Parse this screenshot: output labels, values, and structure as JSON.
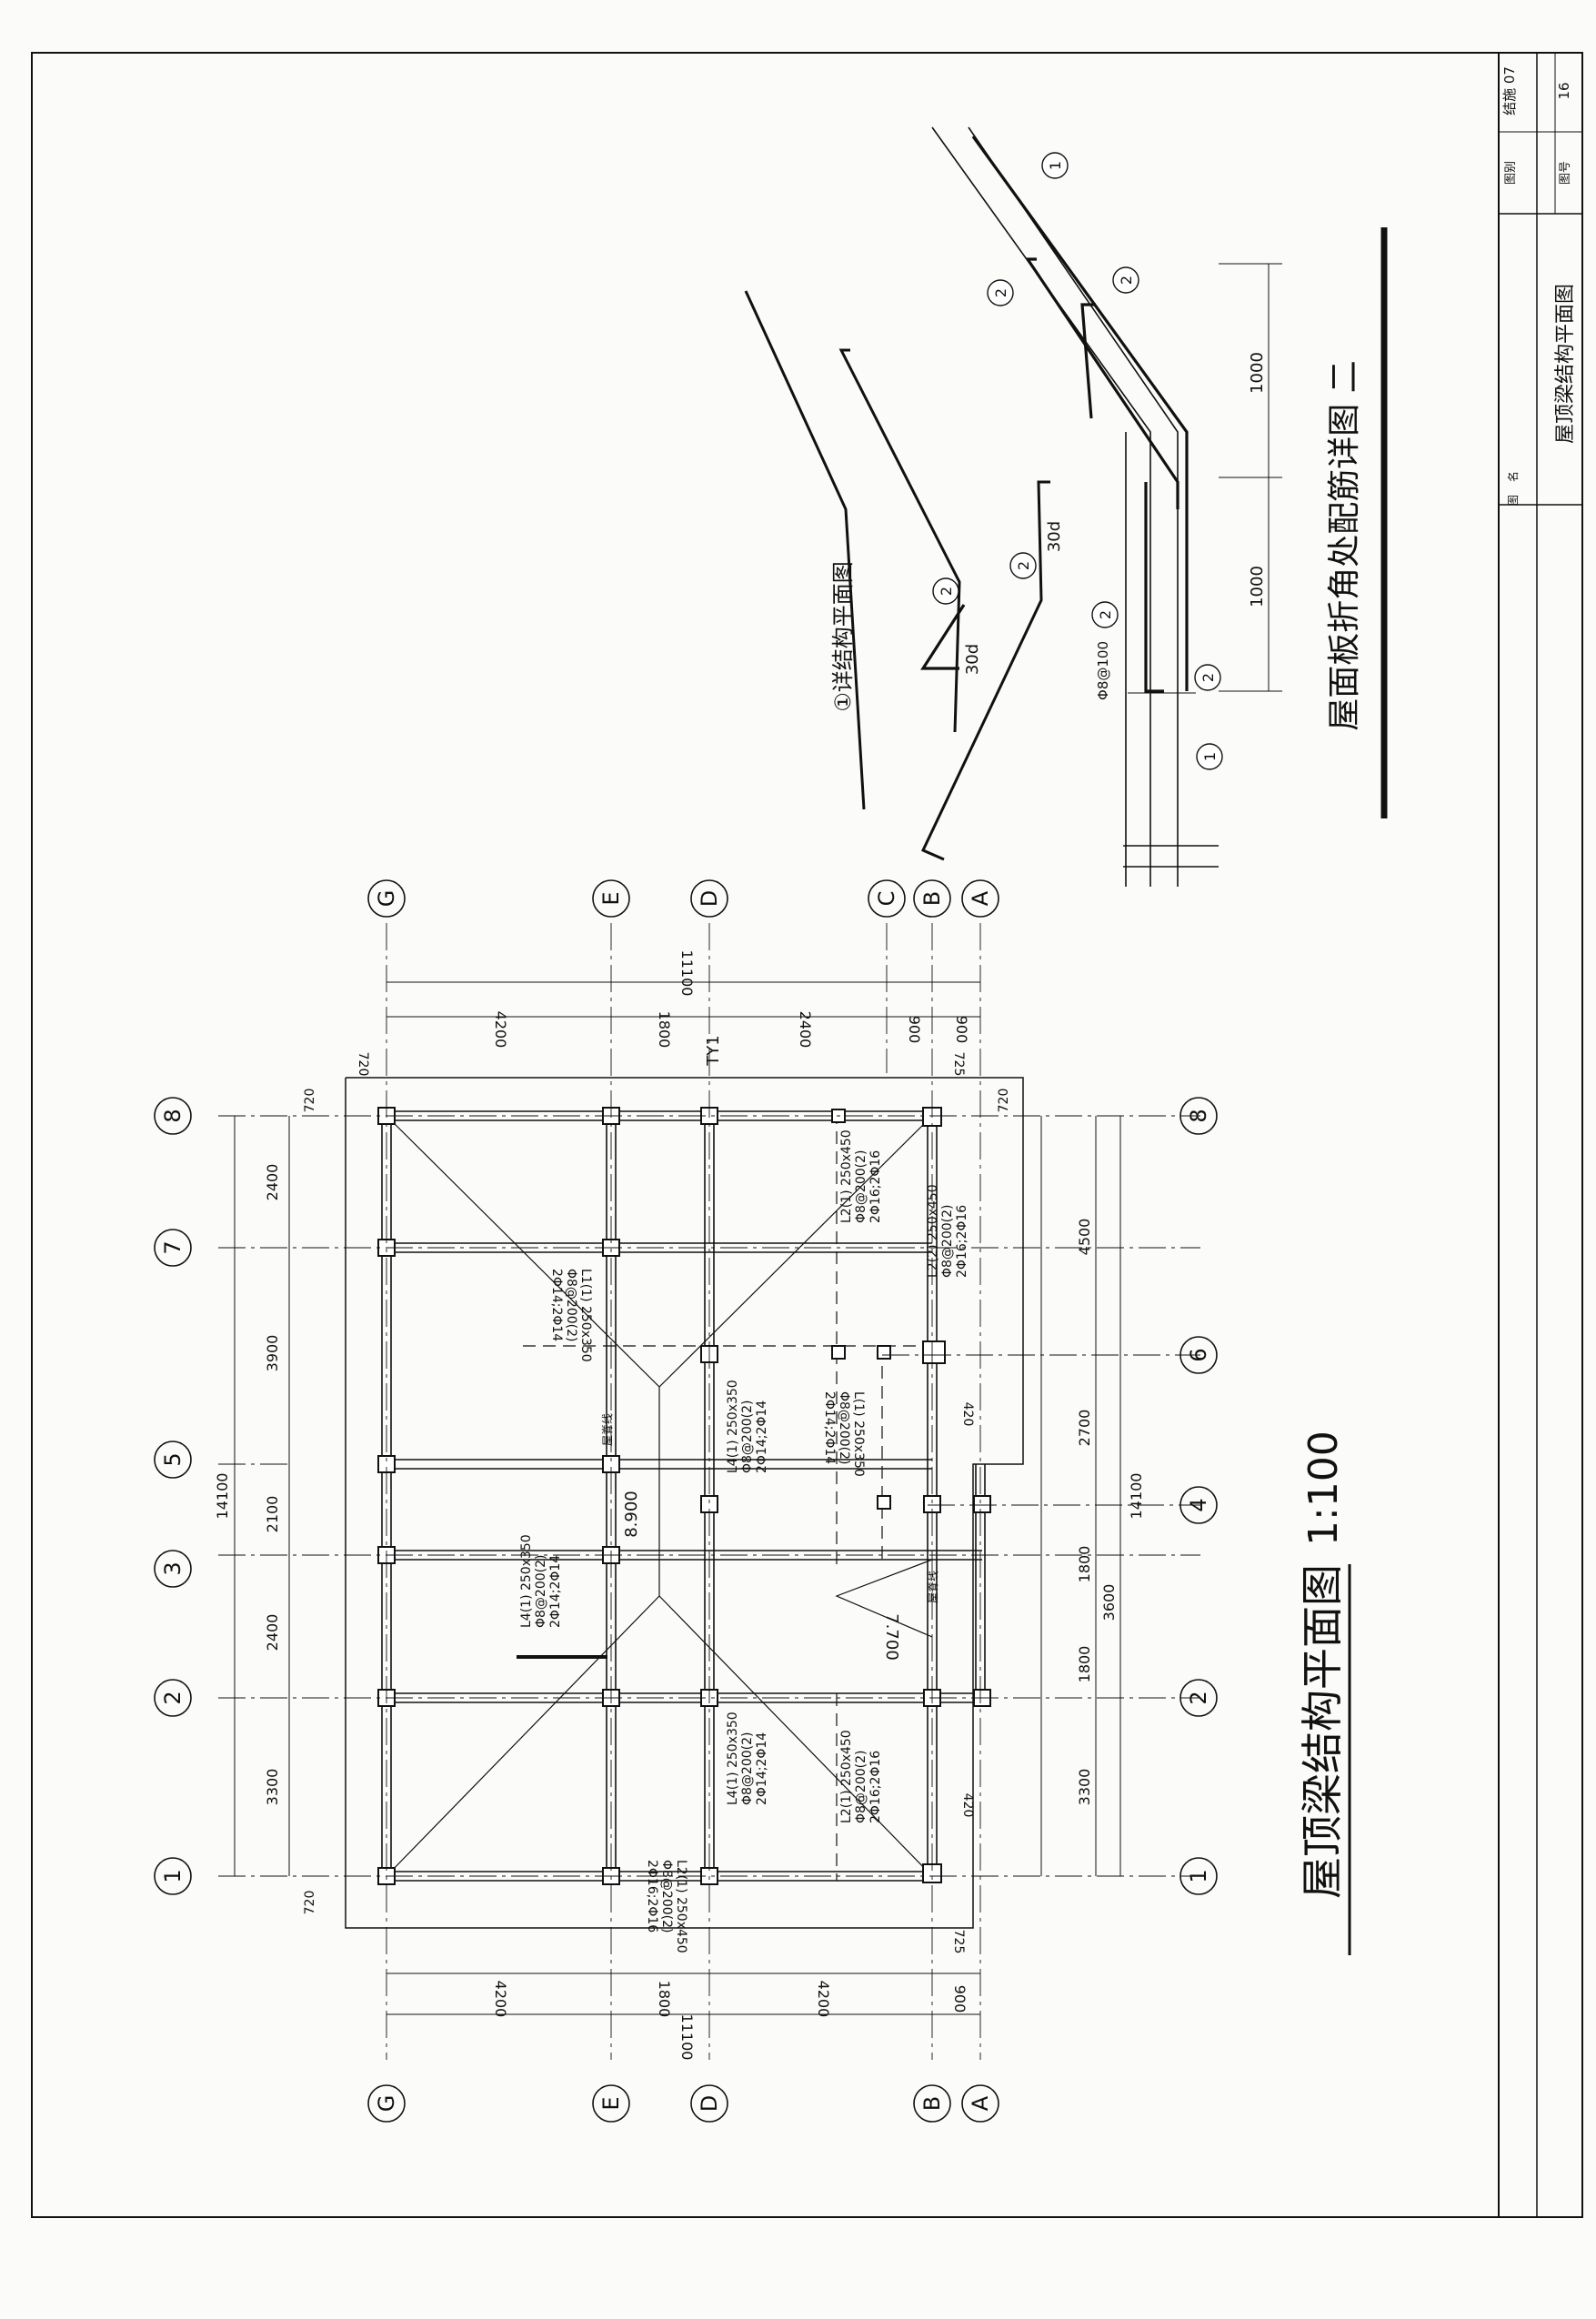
{
  "title_block": {
    "drawing_name": "屋顶梁结构平面图",
    "drawing_name_label": "图名",
    "drawing_type_label": "图别",
    "drawing_type_value": "结施 07",
    "drawing_no_label": "图号",
    "drawing_no_value": "16"
  },
  "plan": {
    "title": "屋顶梁结构平面图",
    "scale": "1:100",
    "columns_axis": [
      "1",
      "2",
      "3",
      "5",
      "7",
      "8"
    ],
    "columns_axis_bottom": [
      "1",
      "2",
      "4",
      "6",
      "8"
    ],
    "rows_axis_left": [
      "G",
      "E",
      "D",
      "B",
      "A"
    ],
    "rows_axis_right": [
      "G",
      "E",
      "D",
      "C",
      "B",
      "A"
    ],
    "top_dims": [
      "3300",
      "2400",
      "2100",
      "3900",
      "2400"
    ],
    "top_total": "14100",
    "bottom_dims": [
      "3300",
      "1800",
      "1800",
      "2700",
      "4500"
    ],
    "bottom_sub": "3600",
    "bottom_total": "14100",
    "left_dims": [
      "4200",
      "1800",
      "4200",
      "900"
    ],
    "left_total": "11100",
    "right_dims": [
      "4200",
      "1800",
      "2400",
      "900",
      "900"
    ],
    "right_total": "11100",
    "offsets": [
      "720",
      "720",
      "725",
      "720",
      "720",
      "725",
      "420",
      "420"
    ],
    "elevations": [
      "8.900",
      "7.700"
    ],
    "ridge_label": "屋脊线",
    "ty_label": "TY1",
    "beams": [
      {
        "id": "L1(1) 250x350",
        "stirrup": "Φ8@200(2)",
        "bars": "2Φ14;2Φ14"
      },
      {
        "id": "L2(1) 250x450",
        "stirrup": "Φ8@200(2)",
        "bars": "2Φ16;2Φ16"
      },
      {
        "id": "L2(2) 250x450",
        "stirrup": "Φ8@200(2)",
        "bars": "2Φ16;2Φ16"
      },
      {
        "id": "L4(1) 250x350",
        "stirrup": "Φ8@200(2)",
        "bars": "2Φ14;2Φ14"
      },
      {
        "id": "L4(1) 250x350",
        "stirrup": "Φ8@200(2)",
        "bars": "2Φ14;2Φ14"
      },
      {
        "id": "L4(1) 250x350",
        "stirrup": "Φ8@200(2)",
        "bars": "2Φ14;2Φ14"
      },
      {
        "id": "L(1) 250x350",
        "stirrup": "Φ8@200(2)",
        "bars": "2Φ14;2Φ14"
      },
      {
        "id": "L2(1) 250x450",
        "stirrup": "Φ8@200(2)",
        "bars": "2Φ16;2Φ16"
      },
      {
        "id": "L2(1) 250x450",
        "stirrup": "Φ8@200(2)",
        "bars": "2Φ16;2Φ16"
      }
    ]
  },
  "detail": {
    "title": "屋面板折角处配筋详图 二",
    "ref_note": "①详结构平面图",
    "callouts": [
      "1",
      "2",
      "2",
      "2",
      "2",
      "2",
      "1",
      "2"
    ],
    "anchor_1": "30d",
    "anchor_2": "30d",
    "dim_1": "1000",
    "dim_2": "1000",
    "rebar_note": "Φ8@100"
  }
}
